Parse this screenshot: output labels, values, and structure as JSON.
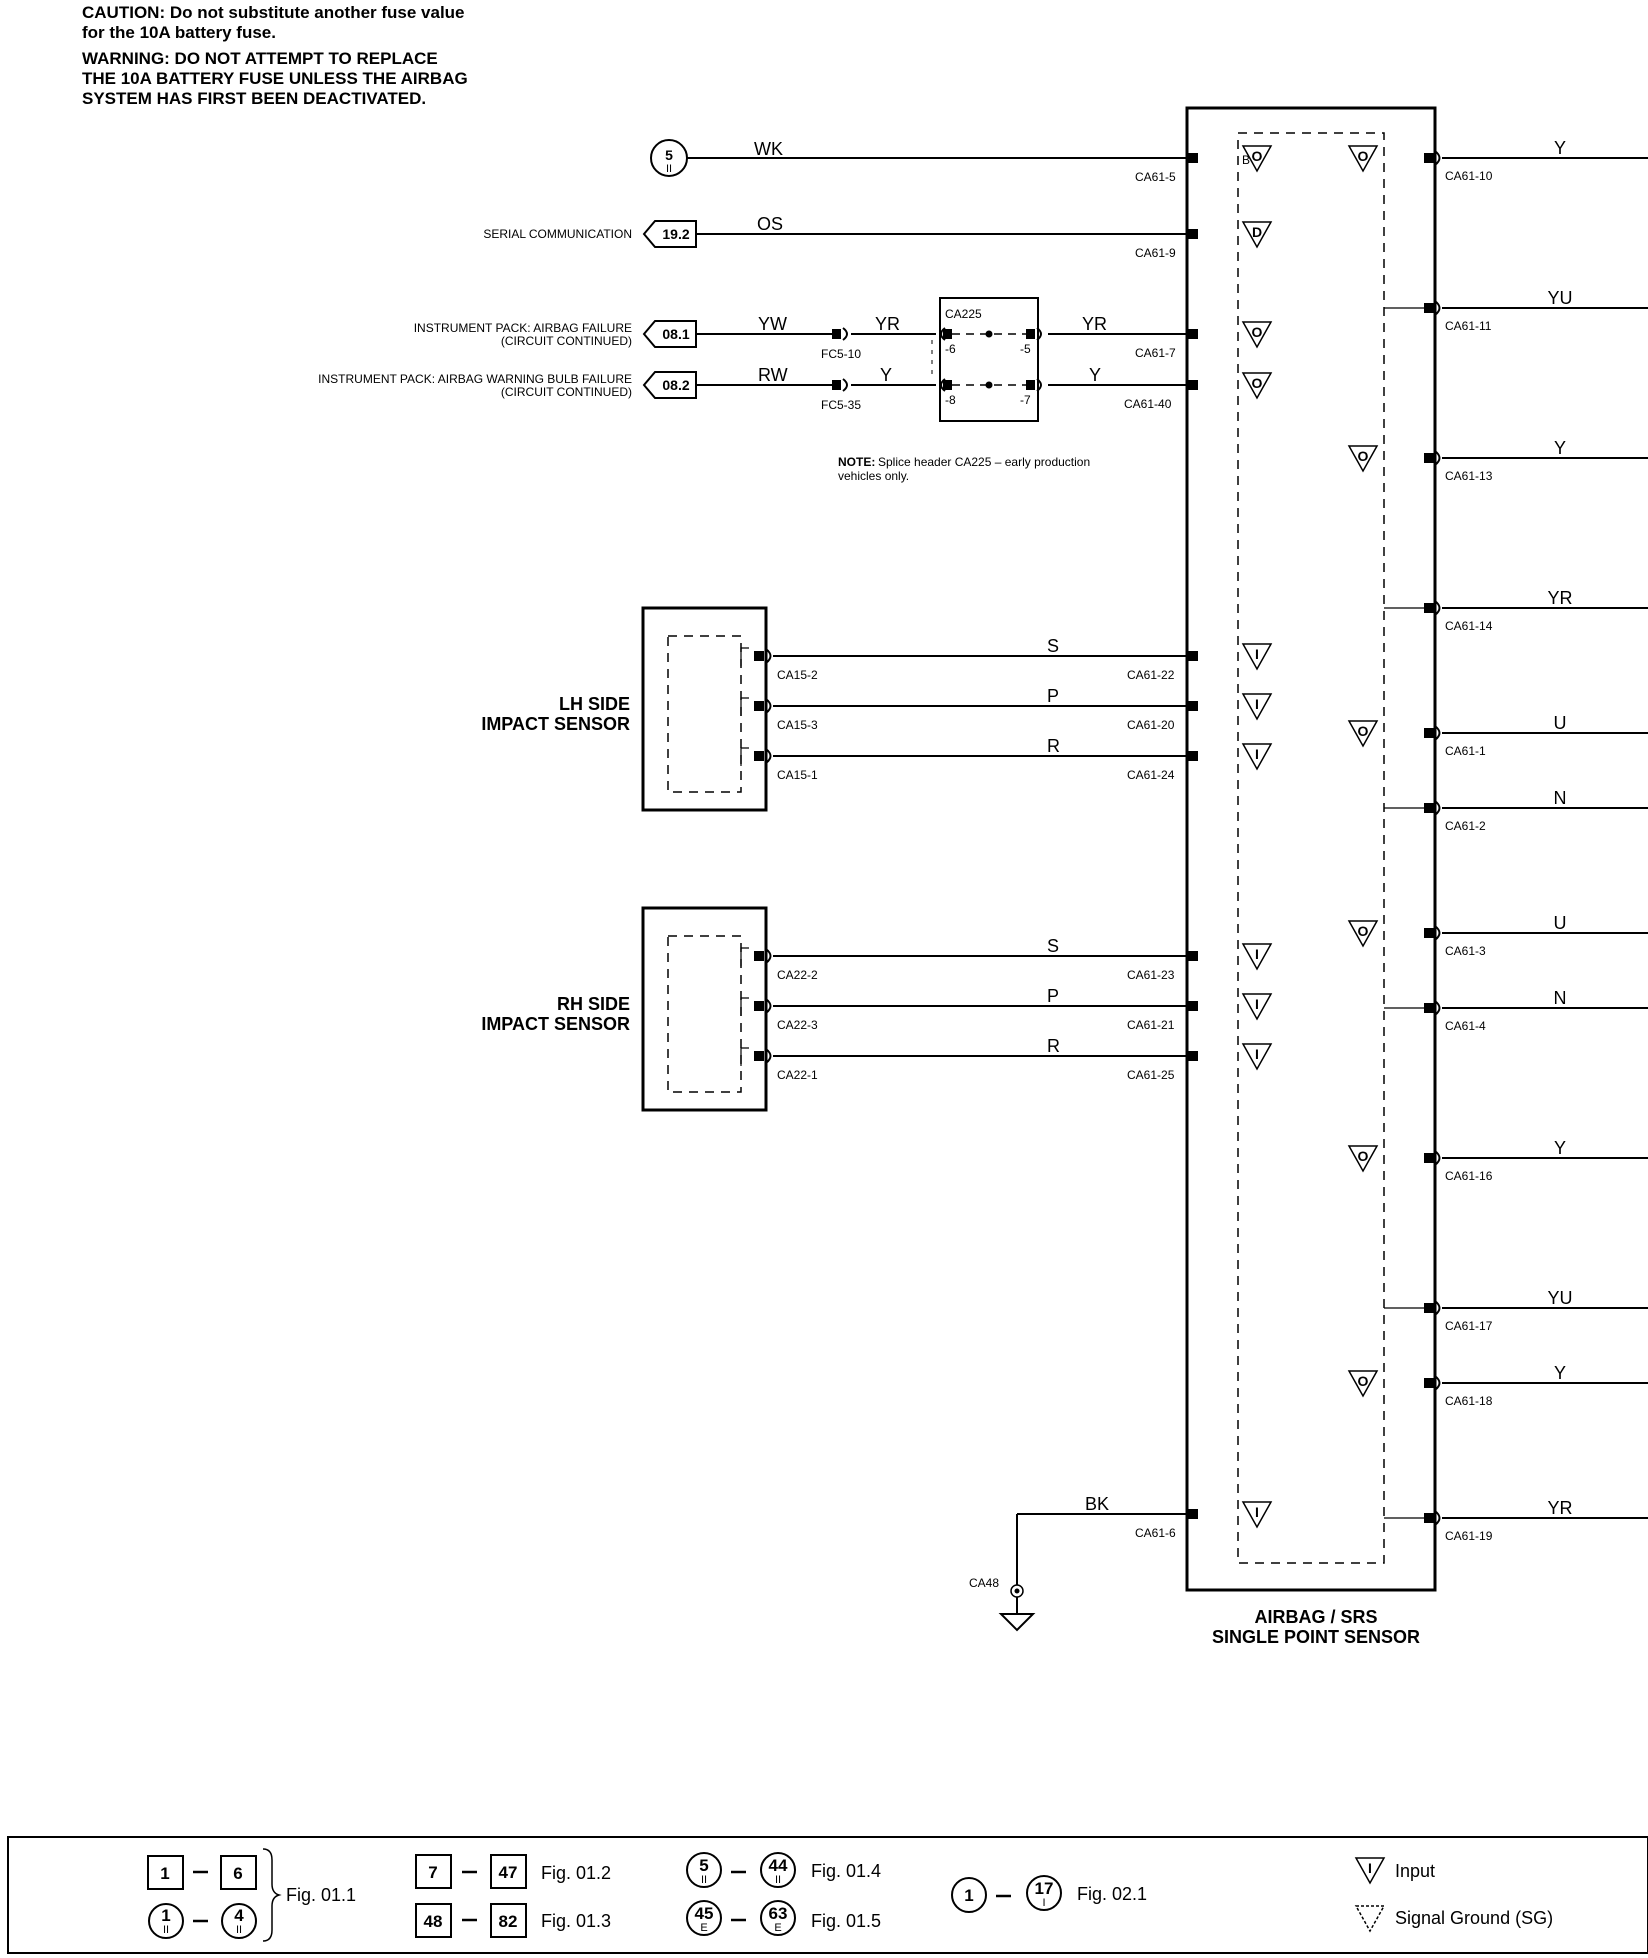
{
  "header": {
    "caution": [
      "CAUTION: Do not substitute another fuse value",
      "for the 10A battery fuse."
    ],
    "warning": [
      "WARNING: DO NOT ATTEMPT TO REPLACE",
      "THE 10A BATTERY FUSE UNLESS THE AIRBAG",
      "SYSTEM HAS FIRST BEEN DEACTIVATED."
    ]
  },
  "module": {
    "title": [
      "AIRBAG / SRS",
      "SINGLE POINT SENSOR"
    ],
    "bplus": "B+"
  },
  "left_wires": [
    {
      "wire": "WK",
      "pin": "CA61-5",
      "ref_num": "5",
      "ref_sub": "II",
      "sym": "O"
    },
    {
      "wire": "OS",
      "pin": "CA61-9",
      "ref": "19.2",
      "desc": [
        "SERIAL COMMUNICATION"
      ],
      "sym": "D"
    },
    {
      "wire": "YW",
      "wire2": "YR",
      "wire3": "YR",
      "inline": "FC5-10",
      "splice_in": "-6",
      "splice_out": "-5",
      "pin": "CA61-7",
      "ref": "08.1",
      "desc": [
        "INSTRUMENT PACK: AIRBAG FAILURE",
        "(CIRCUIT CONTINUED)"
      ],
      "sym": "O"
    },
    {
      "wire": "RW",
      "wire2": "Y",
      "wire3": "Y",
      "inline": "FC5-35",
      "splice_in": "-8",
      "splice_out": "-7",
      "pin": "CA61-40",
      "ref": "08.2",
      "desc": [
        "INSTRUMENT PACK: AIRBAG WARNING BULB FAILURE",
        "(CIRCUIT CONTINUED)"
      ],
      "sym": "O"
    }
  ],
  "splice": {
    "name": "CA225",
    "note_bold": "NOTE:",
    "note": [
      "Splice header CA225 – early production",
      "vehicles only."
    ]
  },
  "sensors": [
    {
      "name": [
        "LH SIDE",
        "IMPACT SENSOR"
      ],
      "wires": [
        {
          "wire": "S",
          "sensor_pin": "CA15-2",
          "pin": "CA61-22",
          "sym": "I"
        },
        {
          "wire": "P",
          "sensor_pin": "CA15-3",
          "pin": "CA61-20",
          "sym": "I"
        },
        {
          "wire": "R",
          "sensor_pin": "CA15-1",
          "pin": "CA61-24",
          "sym": "I"
        }
      ]
    },
    {
      "name": [
        "RH SIDE",
        "IMPACT SENSOR"
      ],
      "wires": [
        {
          "wire": "S",
          "sensor_pin": "CA22-2",
          "pin": "CA61-23",
          "sym": "I"
        },
        {
          "wire": "P",
          "sensor_pin": "CA22-3",
          "pin": "CA61-21",
          "sym": "I"
        },
        {
          "wire": "R",
          "sensor_pin": "CA22-1",
          "pin": "CA61-25",
          "sym": "I"
        }
      ]
    }
  ],
  "ground": {
    "wire": "BK",
    "pin": "CA61-6",
    "ground_name": "CA48",
    "sym": "I"
  },
  "right_wires": [
    {
      "wire": "Y",
      "pin": "CA61-10",
      "sym": "O"
    },
    {
      "wire": "YU",
      "pin": "CA61-11"
    },
    {
      "wire": "Y",
      "pin": "CA61-13",
      "sym": "O"
    },
    {
      "wire": "YR",
      "pin": "CA61-14"
    },
    {
      "wire": "U",
      "pin": "CA61-1",
      "sym": "O"
    },
    {
      "wire": "N",
      "pin": "CA61-2"
    },
    {
      "wire": "U",
      "pin": "CA61-3",
      "sym": "O"
    },
    {
      "wire": "N",
      "pin": "CA61-4"
    },
    {
      "wire": "Y",
      "pin": "CA61-16",
      "sym": "O"
    },
    {
      "wire": "YU",
      "pin": "CA61-17"
    },
    {
      "wire": "Y",
      "pin": "CA61-18",
      "sym": "O"
    },
    {
      "wire": "YR",
      "pin": "CA61-19"
    }
  ],
  "legend": {
    "groups": [
      {
        "from": "1",
        "to": "6",
        "from2": "1",
        "from2_sub": "II",
        "to2": "4",
        "to2_sub": "II",
        "label": "Fig. 01.1"
      },
      {
        "from": "7",
        "to": "47",
        "label": "Fig. 01.2"
      },
      {
        "from": "48",
        "to": "82",
        "label": "Fig. 01.3"
      },
      {
        "from": "5",
        "from_sub": "II",
        "to": "44",
        "to_sub": "II",
        "label": "Fig. 01.4"
      },
      {
        "from": "45",
        "from_sub": "E",
        "to": "63",
        "to_sub": "E",
        "label": "Fig. 01.5"
      },
      {
        "from": "1",
        "to": "17",
        "to_sub": "I",
        "label": "Fig. 02.1"
      }
    ],
    "key": [
      {
        "sym": "I",
        "label": "Input"
      },
      {
        "label": "Signal Ground (SG)"
      }
    ]
  }
}
